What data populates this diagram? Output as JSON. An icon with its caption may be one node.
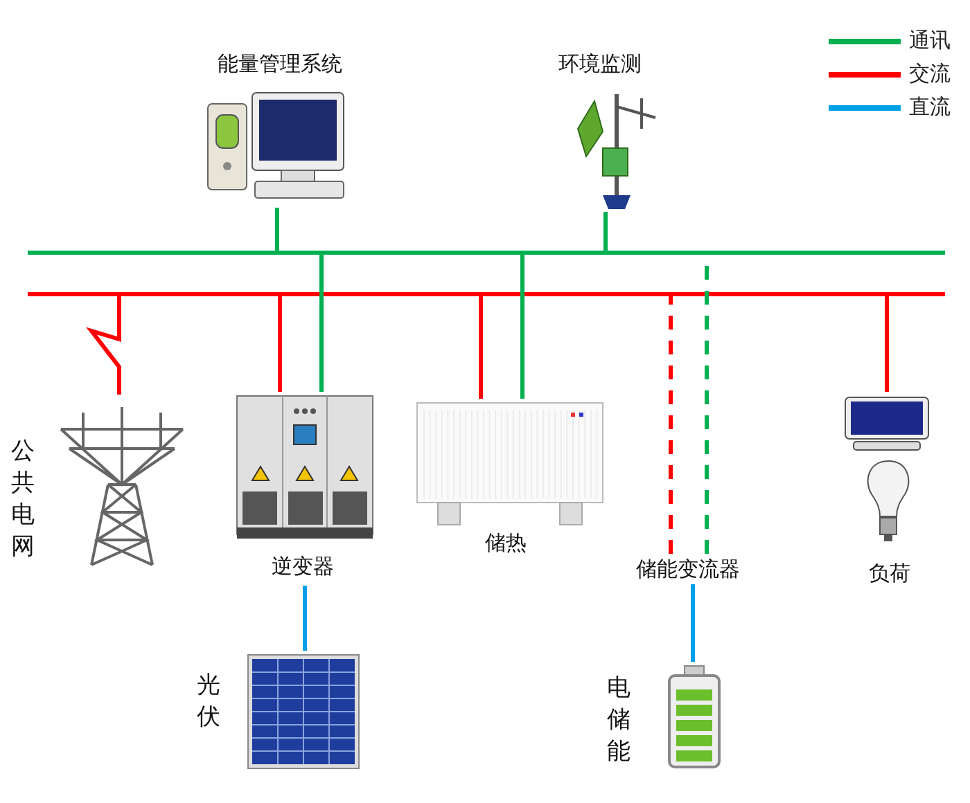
{
  "diagram": {
    "nodes": [
      {
        "text": [],
        "shape": "bar"
      },
      {
        "text": [],
        "shape": "bar"
      },
      {
        "text": [
          "能量管理系统"
        ]
      },
      {
        "text": [
          "环境监测"
        ]
      },
      {
        "text": [
          "公共电网"
        ]
      },
      {
        "text": [
          "逆变器"
        ]
      },
      {
        "text": [
          "储热"
        ]
      },
      {
        "text": [
          "储能变流器"
        ]
      },
      {
        "text": [
          "负荷"
        ]
      },
      {
        "text": [
          "光伏"
        ]
      },
      {
        "text": [
          "电储能"
        ]
      }
    ],
    "edges": [
      {
        "from": 2,
        "to": 0,
        "arrow": "none",
        "color": "#00b050"
      },
      {
        "from": 3,
        "to": 0,
        "arrow": "none",
        "color": "#00b050"
      },
      {
        "from": 4,
        "to": 1,
        "arrow": "none",
        "color": "#ff0000"
      },
      {
        "from": 5,
        "to": 1,
        "arrow": "none",
        "color": "#ff0000"
      },
      {
        "from": 5,
        "to": 0,
        "arrow": "none",
        "color": "#00b050"
      },
      {
        "from": 6,
        "to": 1,
        "arrow": "none",
        "color": "#ff0000"
      },
      {
        "from": 6,
        "to": 0,
        "arrow": "none",
        "color": "#00b050"
      },
      {
        "from": 7,
        "to": 1,
        "arrow": "none",
        "style": "dashed",
        "color": "#ff0000"
      },
      {
        "from": 7,
        "to": 0,
        "arrow": "none",
        "style": "dashed",
        "color": "#00b050"
      },
      {
        "from": 8,
        "to": 1,
        "arrow": "none",
        "color": "#ff0000"
      },
      {
        "from": 9,
        "to": 5,
        "arrow": "none",
        "color": "#00a0e9"
      },
      {
        "from": 10,
        "to": 7,
        "arrow": "none",
        "color": "#00a0e9"
      }
    ],
    "legend": [
      {
        "text": "通讯",
        "color": "#00b050"
      },
      {
        "text": "交流",
        "color": "#ff0000"
      },
      {
        "text": "直流",
        "color": "#00a0e9"
      }
    ]
  }
}
